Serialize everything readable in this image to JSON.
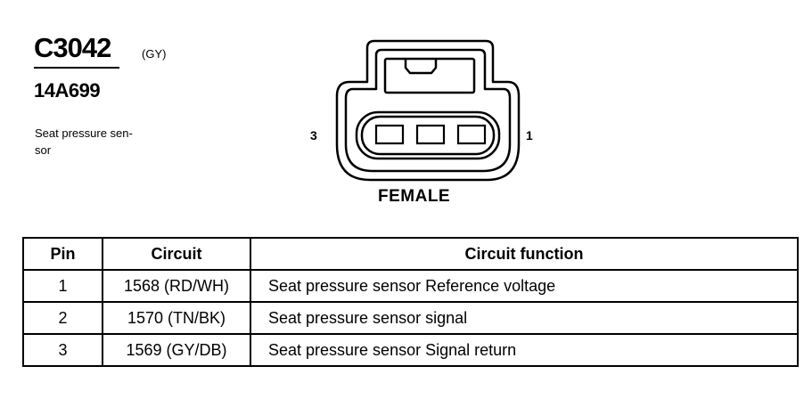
{
  "connector": {
    "id": "C3042",
    "color_code": "(GY)",
    "part_number": "14A699",
    "description": "Seat pressure sen-\nsor",
    "view": "FEMALE",
    "pin_left_label": "3",
    "pin_right_label": "1"
  },
  "table": {
    "headers": [
      "Pin",
      "Circuit",
      "Circuit function"
    ],
    "rows": [
      {
        "pin": "1",
        "circuit": "1568 (RD/WH)",
        "function": "Seat pressure sensor Reference voltage"
      },
      {
        "pin": "2",
        "circuit": "1570 (TN/BK)",
        "function": "Seat pressure sensor signal"
      },
      {
        "pin": "3",
        "circuit": "1569 (GY/DB)",
        "function": "Seat pressure sensor Signal return"
      }
    ]
  }
}
